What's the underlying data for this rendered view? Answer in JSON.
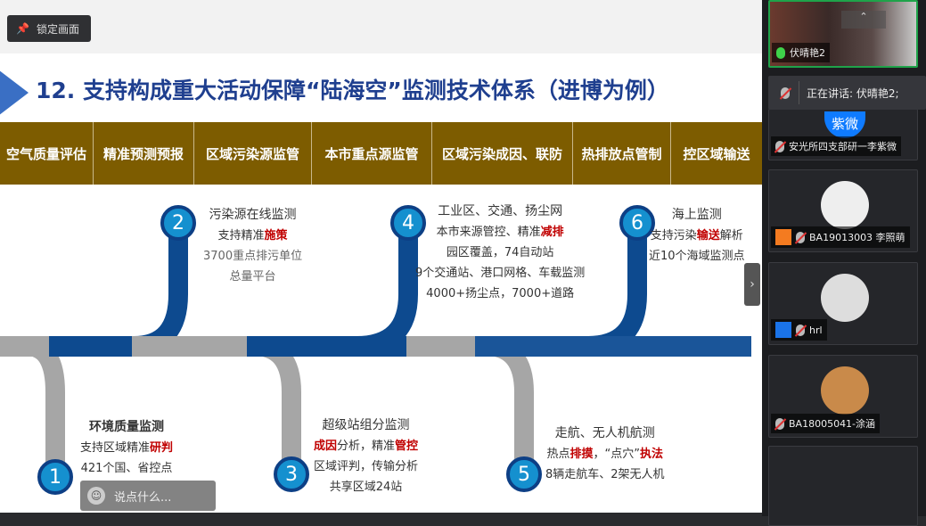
{
  "toolbar": {
    "lock_label": "锁定画面"
  },
  "slide": {
    "title": "12. 支持构成重大活动保障“陆海空”监测技术体系（进博为例）",
    "columns": [
      "空气质量评估",
      "精准预测预报",
      "区域污染源监管",
      "本市重点源监管",
      "区域污染成因、联防",
      "热排放点管制",
      "控区域输送"
    ],
    "nodes": [
      {
        "num": "1",
        "lines": [
          "环境质量监测",
          "支持区域精准",
          "研判",
          "421个国、省控点"
        ]
      },
      {
        "num": "2",
        "lines": [
          "污染源在线监测",
          "支持精准",
          "施策",
          "3700重点排污单位",
          "总量平台"
        ]
      },
      {
        "num": "3",
        "lines": [
          "超级站组分监测",
          "成因",
          "分析，精准",
          "管控",
          "区域评判，传输分析",
          "共享区域24站"
        ]
      },
      {
        "num": "4",
        "lines": [
          "工业区、交通、扬尘网",
          "本市来源管控、精准",
          "减排",
          "园区覆盖，74自动站",
          "9个交通站、港口网格、车载监测",
          "4000+扬尘点，7000+道路"
        ]
      },
      {
        "num": "5",
        "lines": [
          "走航、无人机航测",
          "热点",
          "排摸",
          "，“点穴”",
          "执法",
          "8辆走航车、2架无人机"
        ]
      },
      {
        "num": "6",
        "lines": [
          "海上监测",
          "支持污染",
          "输送",
          "解析",
          "近10个海域监测点"
        ]
      }
    ],
    "colors": {
      "band": "#7d5c00",
      "blue": "#0d4a8f",
      "gray": "#a6a6a6",
      "accent_red": "#c00000"
    }
  },
  "chat": {
    "placeholder": "说点什么..."
  },
  "panel": {
    "speaking": "正在讲话: 伏晴艳2;",
    "participants": [
      {
        "name": "伏晴艳2"
      },
      {
        "name": "安光所四支部研一李紫微",
        "avatar_text": "紫微"
      },
      {
        "name": "BA19013003 李照萌"
      },
      {
        "name": "hrl"
      },
      {
        "name": "BA18005041-涂涵"
      }
    ]
  }
}
